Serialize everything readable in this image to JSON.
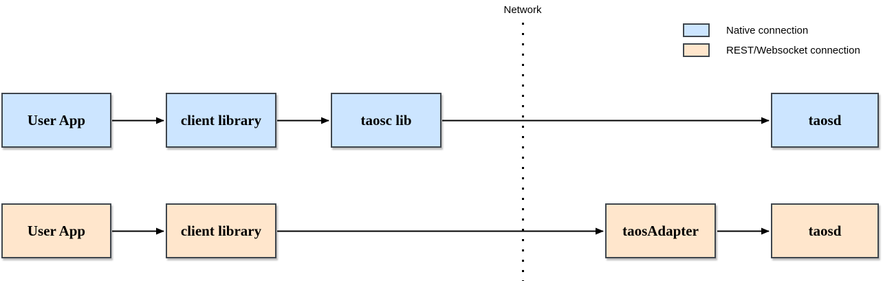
{
  "diagram": {
    "network": {
      "label": "Network"
    },
    "legend": {
      "items": [
        {
          "type": "native",
          "label": "Native connection",
          "color": "#cce5ff"
        },
        {
          "type": "rest",
          "label": "REST/Websocket connection",
          "color": "#ffe6cc"
        }
      ]
    },
    "rows": [
      {
        "name": "native-connection-flow",
        "fill_color": "#cce5ff",
        "nodes": [
          {
            "label": "User App"
          },
          {
            "label": "client library"
          },
          {
            "label": "taosc lib"
          },
          {
            "label": "taosd"
          }
        ]
      },
      {
        "name": "rest-websocket-connection-flow",
        "fill_color": "#ffe6cc",
        "nodes": [
          {
            "label": "User App"
          },
          {
            "label": "client library"
          },
          {
            "label": "taosAdapter"
          },
          {
            "label": "taosd"
          }
        ]
      }
    ],
    "colors": {
      "border": "#3f464d",
      "arrow": "#000000",
      "network_divider": "#000000"
    }
  }
}
